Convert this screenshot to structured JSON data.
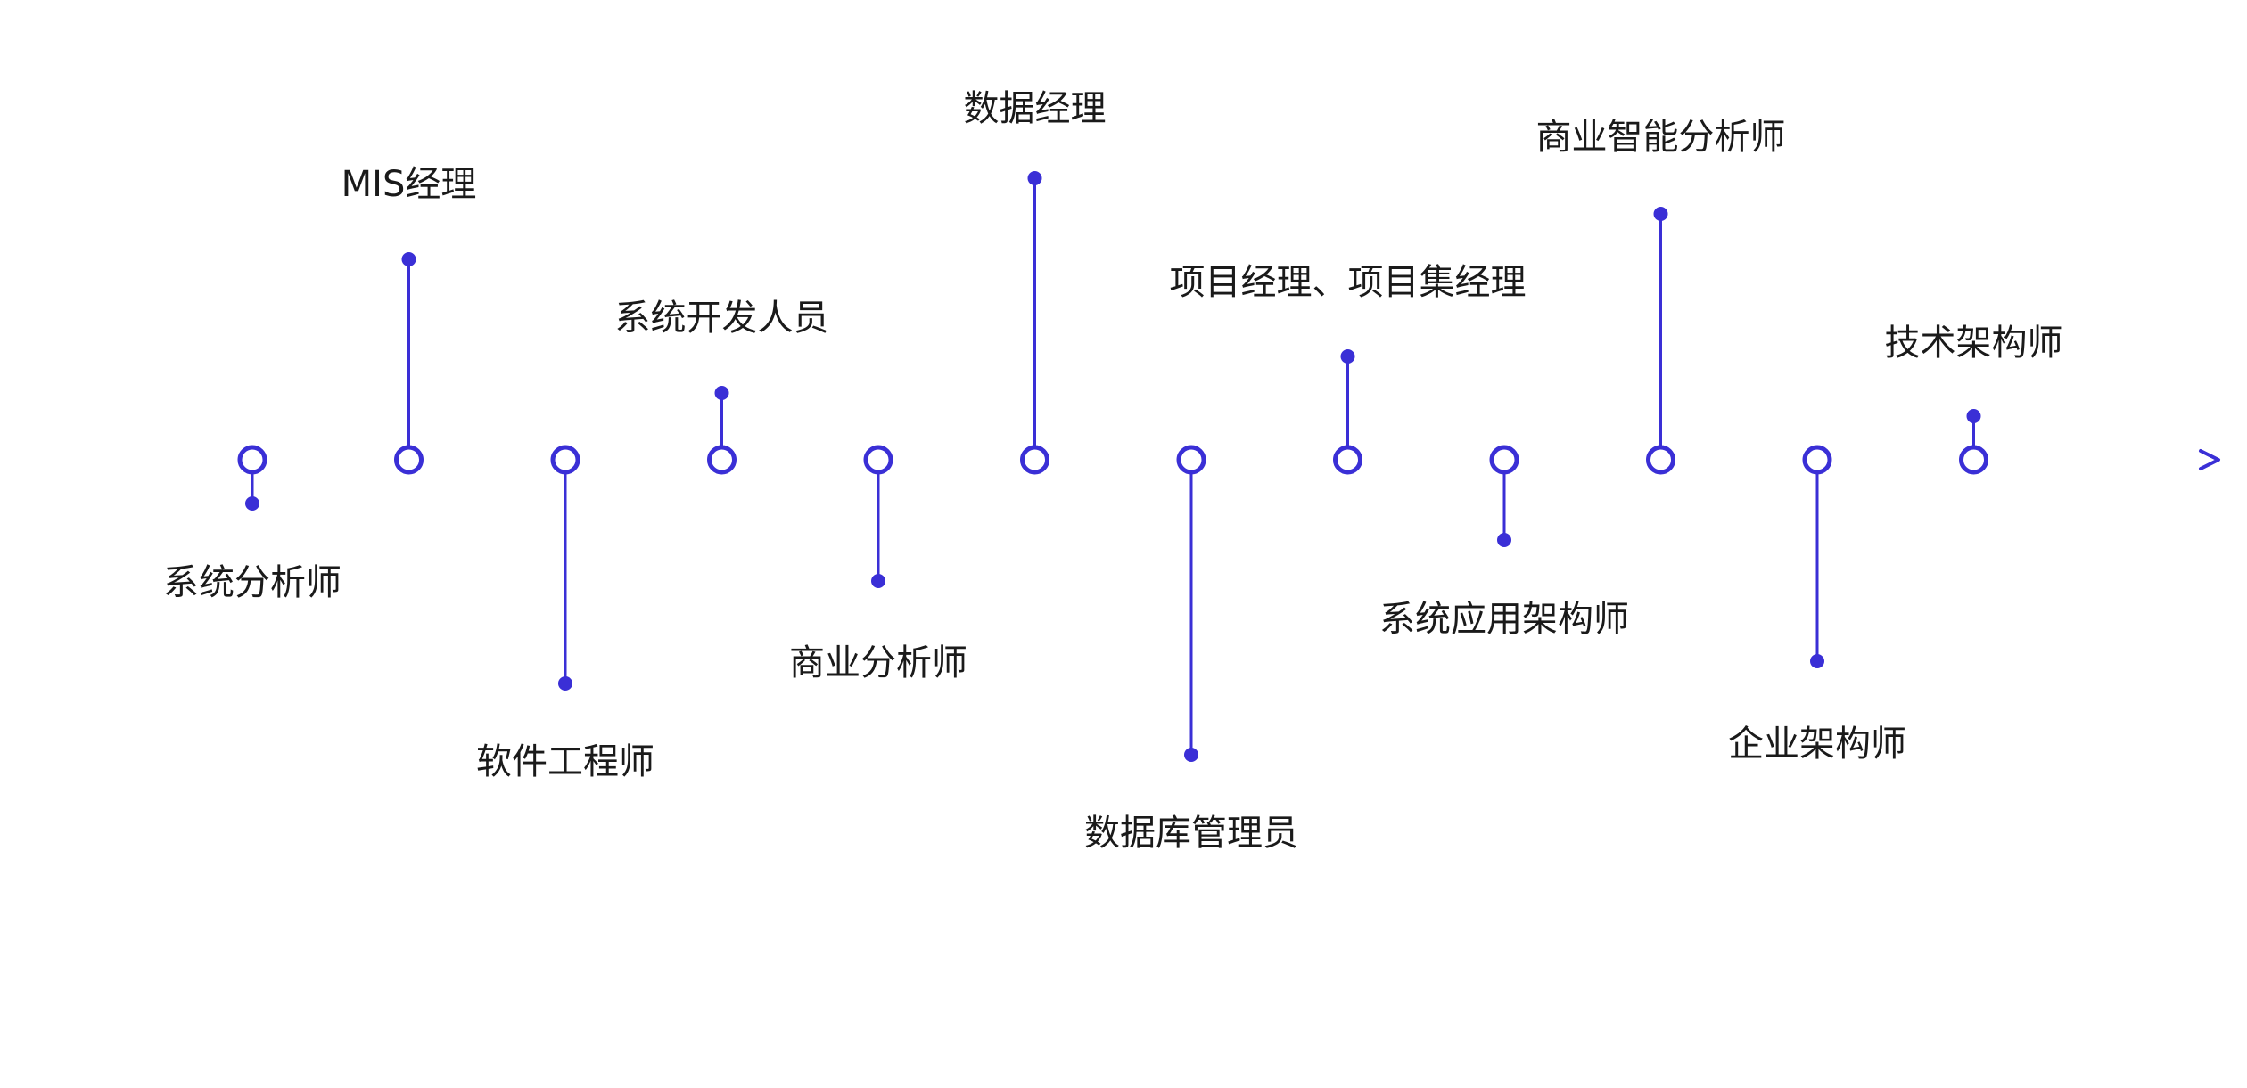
{
  "timeline": {
    "colors": {
      "axis_start": "#8ab8ee",
      "axis_end": "#3a2fd6",
      "node": "#3a2fd6",
      "text": "#1a1a1a",
      "background": "#ffffff"
    },
    "nodes": [
      {
        "label": "系统分析师",
        "side": "below"
      },
      {
        "label": "MIS经理",
        "side": "above"
      },
      {
        "label": "软件工程师",
        "side": "below"
      },
      {
        "label": "系统开发人员",
        "side": "above"
      },
      {
        "label": "商业分析师",
        "side": "below"
      },
      {
        "label": "数据经理",
        "side": "above"
      },
      {
        "label": "数据库管理员",
        "side": "below"
      },
      {
        "label": "项目经理、项目集经理",
        "side": "above"
      },
      {
        "label": "系统应用架构师",
        "side": "below"
      },
      {
        "label": "商业智能分析师",
        "side": "above"
      },
      {
        "label": "企业架构师",
        "side": "below"
      },
      {
        "label": "技术架构师",
        "side": "above"
      }
    ]
  }
}
